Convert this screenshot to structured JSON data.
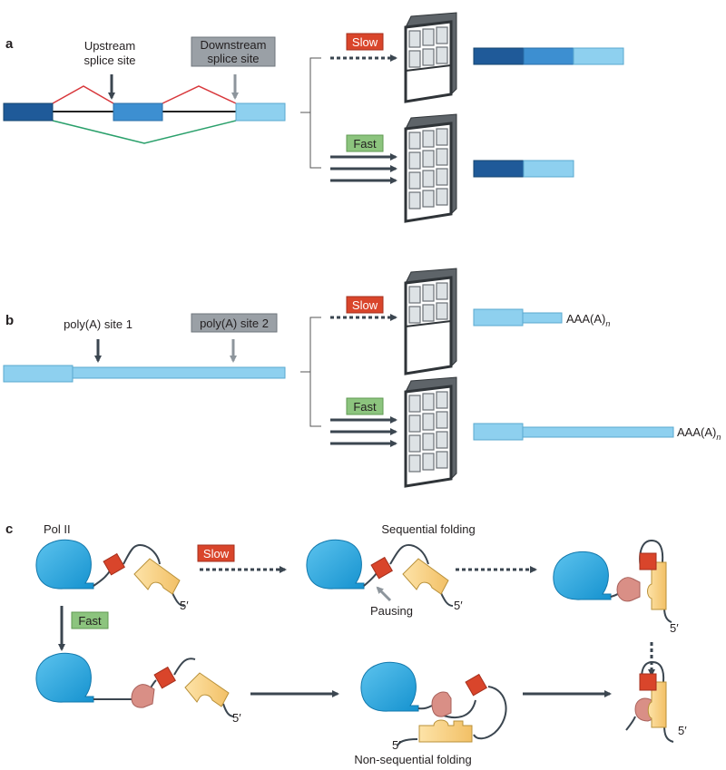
{
  "panels": {
    "a": "a",
    "b": "b",
    "c": "c"
  },
  "speed": {
    "slow": "Slow",
    "fast": "Fast"
  },
  "panel_a": {
    "upstream_line1": "Upstream",
    "upstream_line2": "splice site",
    "downstream_line1": "Downstream",
    "downstream_line2": "splice site"
  },
  "panel_b": {
    "site1": "poly(A) site 1",
    "site2": "poly(A) site 2",
    "polya_tail": "AAA(A)",
    "polya_sub": "n"
  },
  "panel_c": {
    "pol2": "Pol II",
    "sequential": "Sequential folding",
    "nonsequential": "Non-sequential folding",
    "pausing": "Pausing",
    "five_prime": "5′"
  },
  "colors": {
    "exon_dark": "#1f5a99",
    "exon_mid": "#3d8fd1",
    "exon_light": "#8ed0ef",
    "slow_tag": "#d9452b",
    "fast_tag": "#8cc47e",
    "gray_tag": "#9aa0a6",
    "arrow": "#3b4650",
    "red_splice": "#d8373b",
    "green_splice": "#2aa06b",
    "pol2": "#1fa3dc",
    "domain_red": "#d9452b",
    "domain_yellow": "#f6cf7f",
    "domain_pink": "#d98f86"
  }
}
